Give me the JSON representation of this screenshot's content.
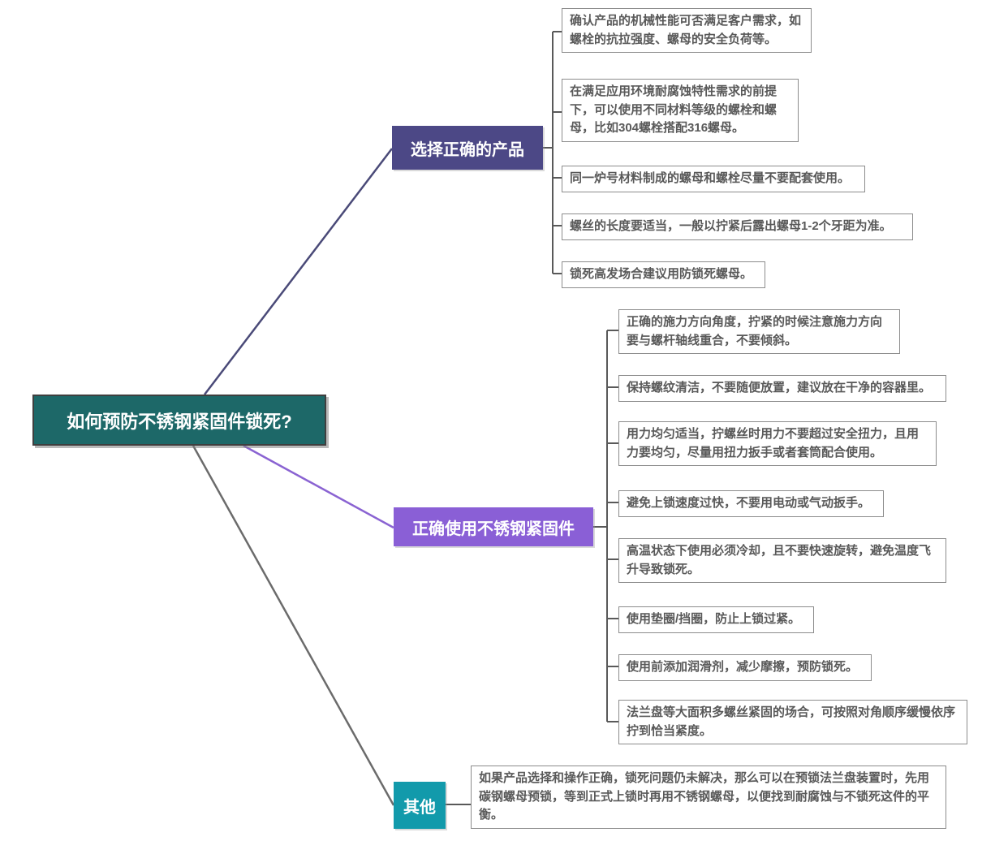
{
  "root": {
    "label": "如何预防不锈钢紧固件锁死?"
  },
  "colors": {
    "root_bg": "#1d6868",
    "branch1_bg": "#4c4886",
    "branch2_bg": "#8a5fd6",
    "branch3_bg": "#129aab",
    "leaf_border": "#8c8c8c",
    "leaf_text": "#595959",
    "connector": "#595959",
    "edge_to_branch1": "#4a4a78",
    "edge_to_branch2": "#8a63d2",
    "edge_to_branch3": "#6b6b6b"
  },
  "branches": [
    {
      "label": "选择正确的产品",
      "leaves": [
        "确认产品的机械性能可否满足客户需求，如螺栓的抗拉强度、螺母的安全负荷等。",
        "在满足应用环境耐腐蚀特性需求的前提下，可以使用不同材料等级的螺栓和螺母，比如304螺栓搭配316螺母。",
        "同一炉号材料制成的螺母和螺栓尽量不要配套使用。",
        "螺丝的长度要适当，一般以拧紧后露出螺母1-2个牙距为准。",
        "锁死高发场合建议用防锁死螺母。"
      ]
    },
    {
      "label": "正确使用不锈钢紧固件",
      "leaves": [
        "正确的施力方向角度，拧紧的时候注意施力方向要与螺杆轴线重合，不要倾斜。",
        "保持螺纹清洁，不要随便放置，建议放在干净的容器里。",
        "用力均匀适当，拧螺丝时用力不要超过安全扭力，且用力要均匀，尽量用扭力扳手或者套筒配合使用。",
        "避免上锁速度过快，不要用电动或气动扳手。",
        "高温状态下使用必须冷却，且不要快速旋转，避免温度飞升导致锁死。",
        "使用垫圈/挡圈，防止上锁过紧。",
        "使用前添加润滑剂，减少摩擦，预防锁死。",
        "法兰盘等大面积多螺丝紧固的场合，可按照对角顺序缓慢依序拧到恰当紧度。"
      ]
    },
    {
      "label": "其他",
      "leaves": [
        "如果产品选择和操作正确，锁死问题仍未解决，那么可以在预锁法兰盘装置时，先用碳钢螺母预锁，等到正式上锁时再用不锈钢螺母，以便找到耐腐蚀与不锁死这件的平衡。"
      ]
    }
  ]
}
